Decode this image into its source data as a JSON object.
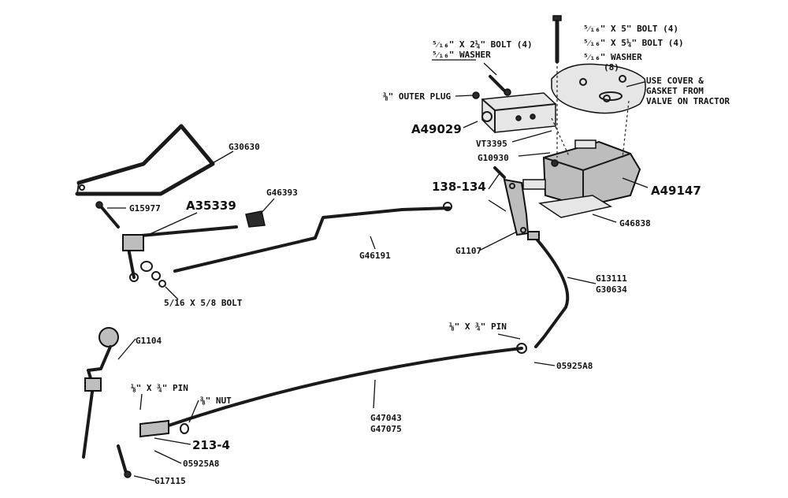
{
  "labels": {
    "bolt_5in": "⁵⁄₁₆\" X 5\" BOLT (4)",
    "bolt_5_1_4": "⁵⁄₁₆\" X 5¼\" BOLT (4)",
    "washer_8": "⁵⁄₁₆\" WASHER",
    "washer_8_count": "(8)",
    "bolt_2_1_4": "⁵⁄₁₆\" X 2¼\" BOLT (4)",
    "washer_left": "⁵⁄₁₆\" WASHER",
    "outer_plug": "⅜\" OUTER PLUG",
    "use_cover_1": "USE COVER &",
    "use_cover_2": "GASKET FROM",
    "use_cover_3": "VALVE ON TRACTOR",
    "a49029": "A49029",
    "vt3395": "VT3395",
    "g10930": "G10930",
    "a49147": "A49147",
    "g46838": "G46838",
    "range_138_134": "138-134",
    "g1107": "G1107",
    "g30630": "G30630",
    "g46393": "G46393",
    "g15977": "G15977",
    "a35339": "A35339",
    "g46191": "G46191",
    "bolt_5_16_5_8": "5/16 X 5/8 BOLT",
    "g13111": "G13111",
    "g30634": "G30634",
    "pin_right": "⅛\" X ¾\" PIN",
    "o5925a8_right": "05925A8",
    "g1104": "G1104",
    "pin_left": "⅛\" X ¾\" PIN",
    "nut": "⅜\" NUT",
    "g47043": "G47043",
    "g47075": "G47075",
    "n213_4": "213-4",
    "o5925a8_left": "05925A8",
    "g17115": "G17115"
  }
}
